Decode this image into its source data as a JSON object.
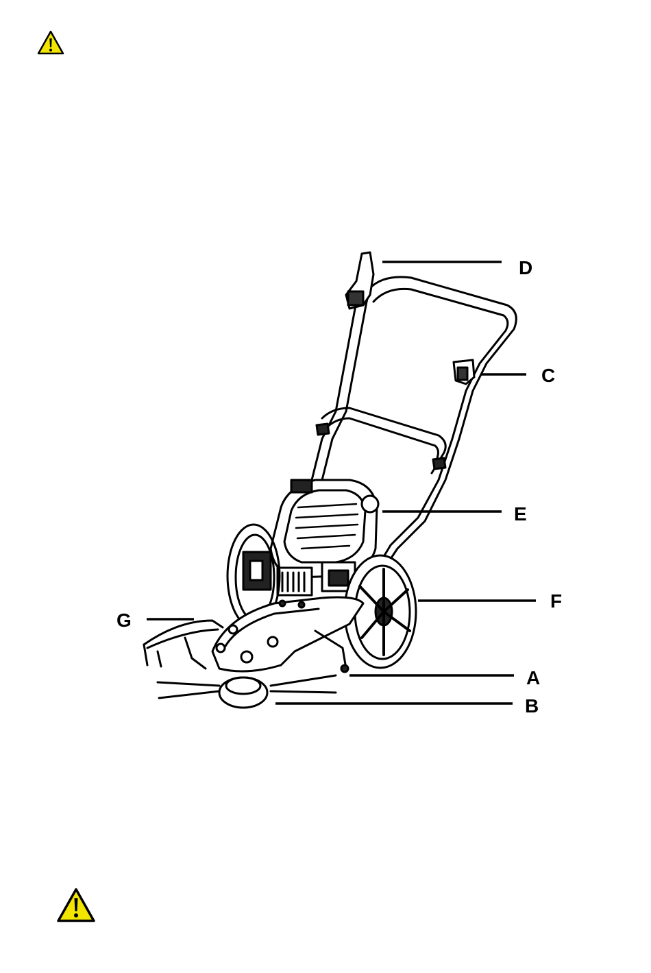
{
  "icons": {
    "top_warning": "warning-triangle-icon",
    "bottom_warning": "warning-triangle-icon",
    "warning_fill": "#f2e600"
  },
  "figure": {
    "callouts": {
      "A": "A",
      "B": "B",
      "C": "C",
      "D": "D",
      "E": "E",
      "F": "F",
      "G": "G"
    }
  }
}
